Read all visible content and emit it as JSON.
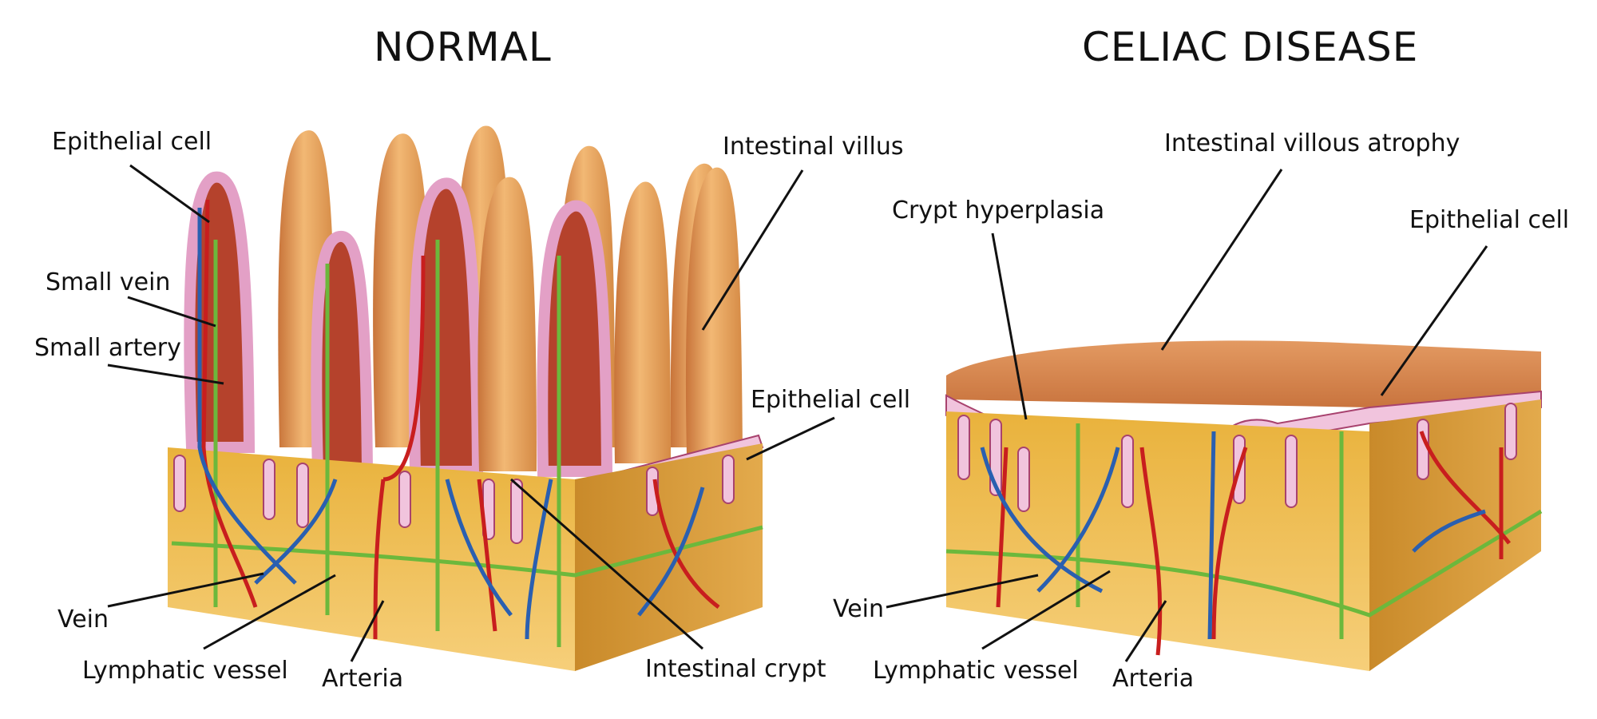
{
  "titles": {
    "normal": "NORMAL",
    "celiac": "CELIAC DISEASE"
  },
  "normal_labels": {
    "epithelial_cell_top": "Epithelial cell",
    "small_vein": "Small vein",
    "small_artery": "Small artery",
    "vein": "Vein",
    "lymphatic_vessel": "Lymphatic vessel",
    "arteria": "Arteria",
    "intestinal_villus": "Intestinal villus",
    "epithelial_cell_right": "Epithelial cell",
    "intestinal_crypt": "Intestinal crypt"
  },
  "celiac_labels": {
    "intestinal_villous_atrophy": "Intestinal villous atrophy",
    "crypt_hyperplasia": "Crypt hyperplasia",
    "epithelial_cell": "Epithelial cell",
    "vein": "Vein",
    "lymphatic_vessel": "Lymphatic vessel",
    "arteria": "Arteria"
  },
  "colors": {
    "villus": "#e8a45a",
    "villus_dark": "#b5422c",
    "epithelium": "#f1c4dd",
    "tissue": "#f0c25a",
    "tissue_side": "#d99a3a",
    "artery": "#c81e1e",
    "vein": "#2a5fb0",
    "lymph": "#6cb83c"
  }
}
